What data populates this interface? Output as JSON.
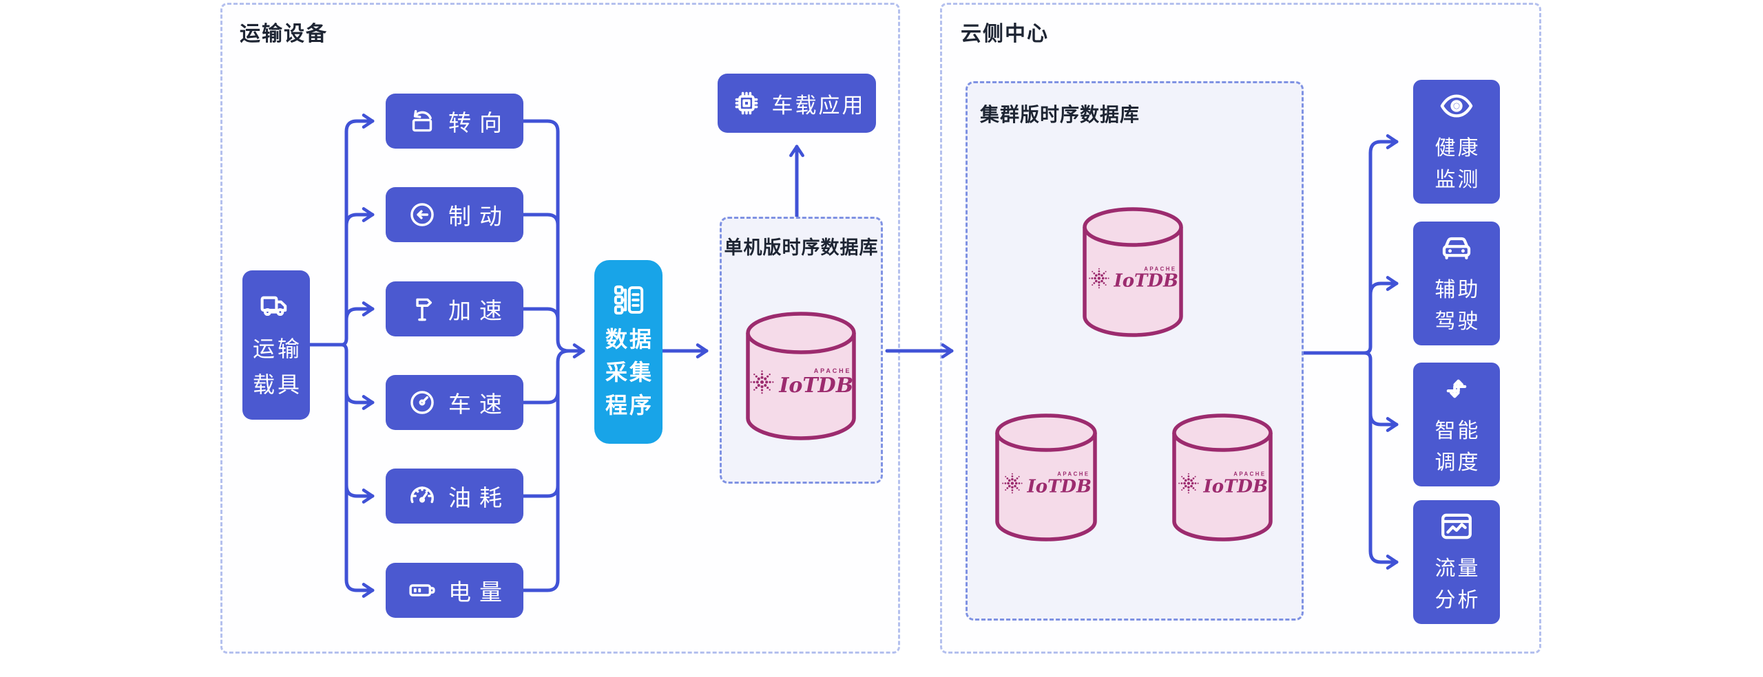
{
  "edge": {
    "title": "运输设备",
    "vehicle": {
      "line1": "运输",
      "line2": "载具"
    },
    "metrics": [
      {
        "label": "转向"
      },
      {
        "label": "制动"
      },
      {
        "label": "加速"
      },
      {
        "label": "车速"
      },
      {
        "label": "油耗"
      },
      {
        "label": "电量"
      }
    ],
    "collector": {
      "line1": "数据",
      "line2": "采集",
      "line3": "程序"
    },
    "app": {
      "label": "车载应用"
    },
    "standalone_db": {
      "title": "单机版时序数据库"
    }
  },
  "cloud": {
    "title": "云侧中心",
    "cluster_db": {
      "title": "集群版时序数据库"
    },
    "services": [
      {
        "line1": "健康",
        "line2": "监测"
      },
      {
        "line1": "辅助",
        "line2": "驾驶"
      },
      {
        "line1": "智能",
        "line2": "调度"
      },
      {
        "line1": "流量",
        "line2": "分析"
      }
    ]
  },
  "logo": {
    "apache": "APACHE",
    "name": "IoTDB"
  },
  "colors": {
    "box_blue": "#4b59d0",
    "line_blue": "#4052d6",
    "collector_cyan": "#18a4e8",
    "iotdb_magenta": "#9c2b6e",
    "cylinder_pink": "#f5dbe9",
    "outer_dash": "#b4c0ee",
    "inner_dash": "#7f92e3",
    "inner_bg": "#f2f3fb"
  }
}
